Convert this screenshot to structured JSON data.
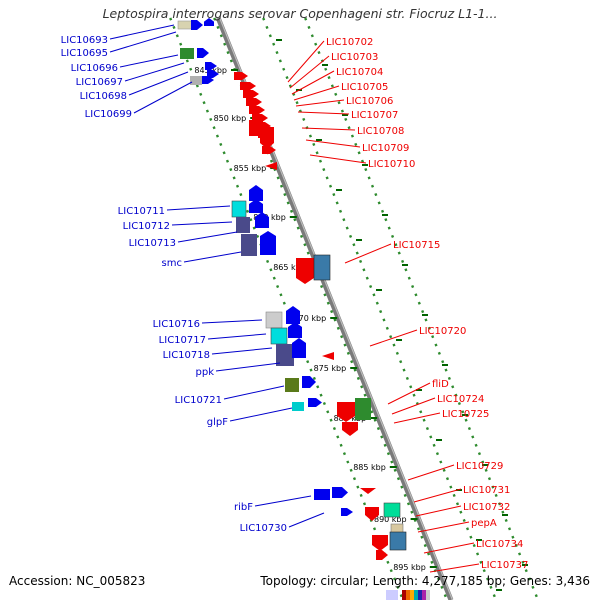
{
  "title": "Leptospira interrogans serovar Copenhageni str. Fiocruz L1-1...",
  "footer": {
    "accession": "Accession: NC_005823",
    "summary": "Topology: circular; Length: 4,277,185 bp; Genes: 3,436"
  },
  "colors": {
    "backbone": "#8c8c8c",
    "track_dots": "#2e8b2e",
    "left_labels": "#0000cc",
    "right_labels": "#ee0000",
    "left_genes": "#0000ee",
    "right_genes": "#ee0000"
  },
  "scale_marks": [
    "845 kbp",
    "850 kbp",
    "855 kbp",
    "860 kbp",
    "865 kbp",
    "870 kbp",
    "875 kbp",
    "880 kbp",
    "885 kbp",
    "890 kbp",
    "895 kbp"
  ],
  "left_labels": [
    "LIC10693",
    "LIC10695",
    "LIC10696",
    "LIC10697",
    "LIC10698",
    "LIC10699",
    "LIC10711",
    "LIC10712",
    "LIC10713",
    "smc",
    "LIC10716",
    "LIC10717",
    "LIC10718",
    "ppk",
    "LIC10721",
    "glpF",
    "ribF",
    "LIC10730"
  ],
  "right_labels": [
    "LIC10702",
    "LIC10703",
    "LIC10704",
    "LIC10705",
    "LIC10706",
    "LIC10707",
    "LIC10708",
    "LIC10709",
    "LIC10710",
    "LIC10715",
    "LIC10720",
    "fliD",
    "LIC10724",
    "LIC10725",
    "LIC10729",
    "LIC10731",
    "LIC10732",
    "pepA",
    "LIC10734",
    "LIC10737"
  ]
}
